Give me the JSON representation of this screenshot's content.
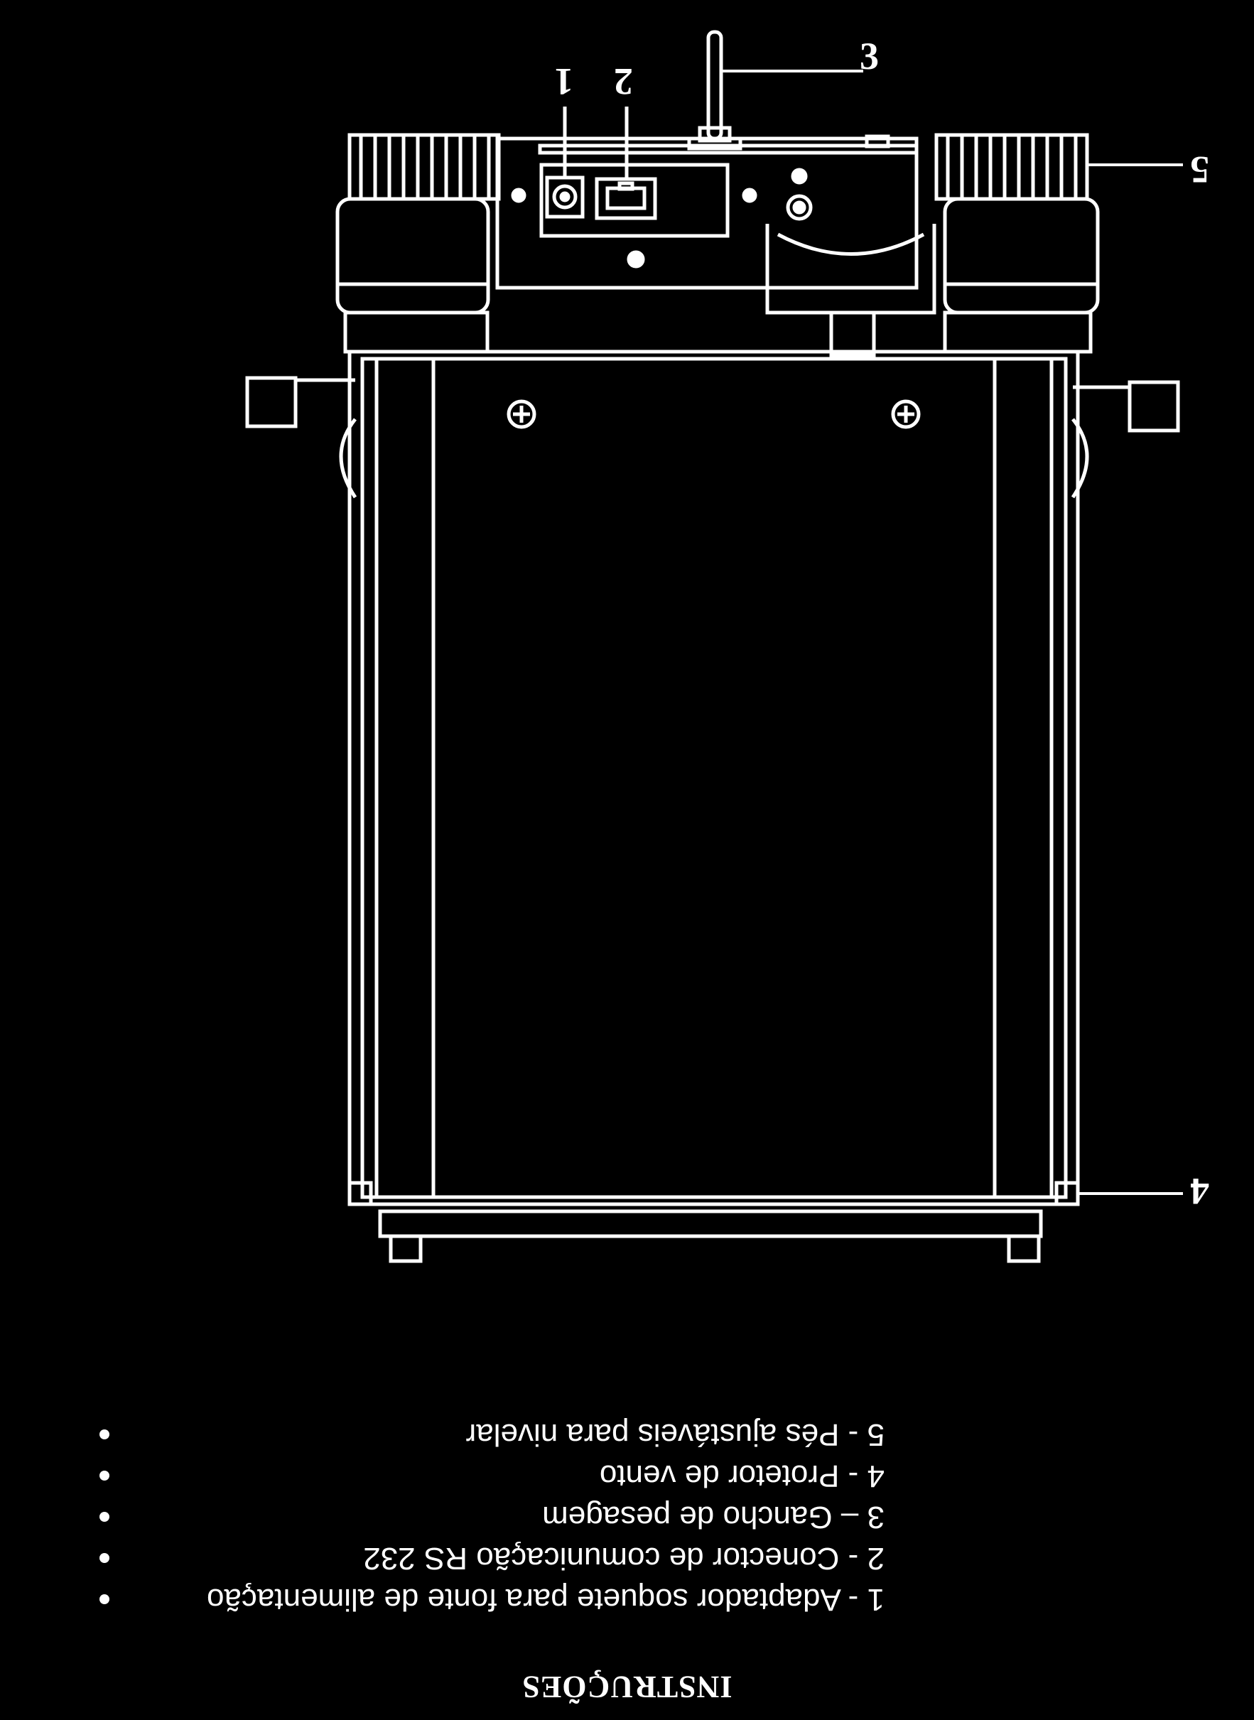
{
  "diagram": {
    "callouts": [
      "1",
      "2",
      "3",
      "5",
      "4"
    ],
    "icons": [
      "balance-body-drawing",
      "weighing-hook-icon",
      "power-socket-icon",
      "rs232-port-icon",
      "leveling-foot-icon"
    ]
  },
  "instructions": {
    "title": "INSTRUÇÕES",
    "items": [
      "1 - Adaptador soquete para fonte de alimentação",
      "2 - Conector de comunicação RS 232",
      "3 – Gancho de pesagem",
      "4 - Protetor de vento",
      "5 - Pés ajustáveis para nivelar"
    ]
  },
  "colors": {
    "background": "#000000",
    "line": "#ffffff"
  }
}
